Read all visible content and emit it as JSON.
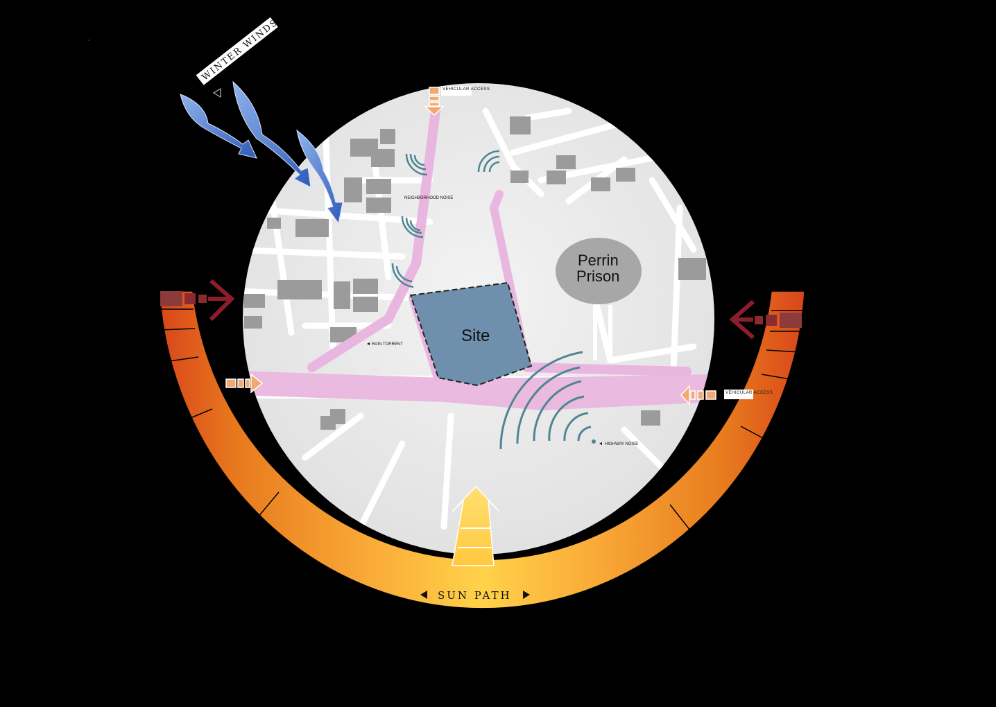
{
  "labels": {
    "winter_winds": "WINTER WINDS",
    "vehicular_access_top": "VEHICULAR ACCESS",
    "vehicular_access_right": "VEHICULAR ACCESS",
    "neighborhood_noise": "NEIGHBORHOOD NOISE",
    "rain_torrent": "RAIN TORRENT",
    "highway_noise": "HIGHWAY NOISE",
    "perrin_line1": "Perrin",
    "perrin_line2": "Prison",
    "site": "Site",
    "sun_path": "SUN PATH"
  },
  "icons": {
    "sun_path_left": "triangle-left-icon",
    "sun_path_right": "triangle-right-icon",
    "wind": "wind-swoosh-icon",
    "noise": "noise-wave-icon",
    "access": "dashed-arrow-icon"
  },
  "colors": {
    "background": "#000000",
    "map": "#ededed",
    "road": "#ffffff",
    "building": "#9b9b9b",
    "route": "#e9b6df",
    "site": "#6e90ad",
    "prison": "#a7a7a7",
    "wind": "#4a74c8",
    "noise": "#4f8592",
    "sun_inner": "#ffd24a",
    "sun_outer": "#e2621c",
    "sunset_arrow": "#8c1e2c",
    "access_arrow": "#f5a86e"
  }
}
